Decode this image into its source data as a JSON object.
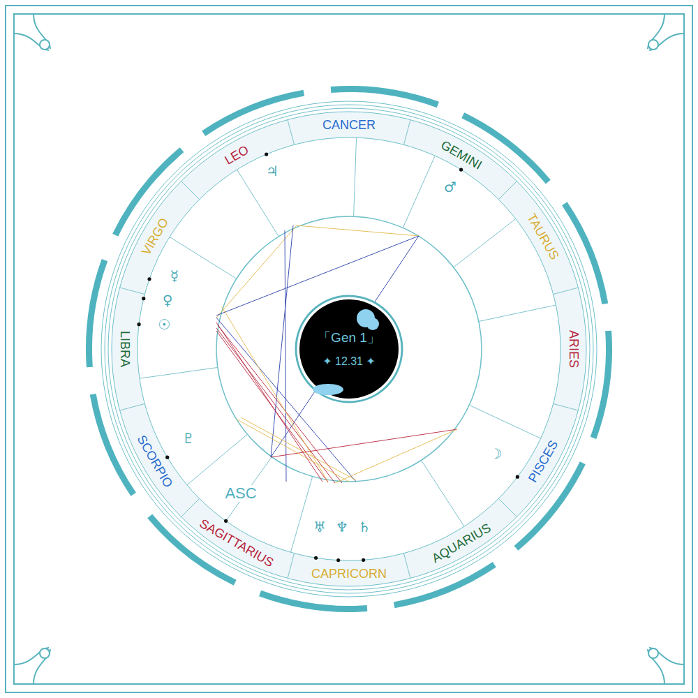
{
  "diagram": {
    "nodes": [
      {
        "text": [
          "「Gen 1」",
          "✦ 12.31 ✦"
        ]
      }
    ],
    "labels": [
      "CANCER",
      "LEO",
      "GEMINI",
      "♃",
      "♂",
      "TAURUS",
      "VIRGO",
      "☿",
      "♀",
      "☉",
      "LIBRA",
      "ARIES",
      "♇",
      "☽",
      "SCORPIO",
      "PISCES",
      "ASC",
      "♅",
      "♆",
      "♄",
      "SAGITTARIUS",
      "AQUARIUS",
      "CAPRICORN"
    ]
  }
}
